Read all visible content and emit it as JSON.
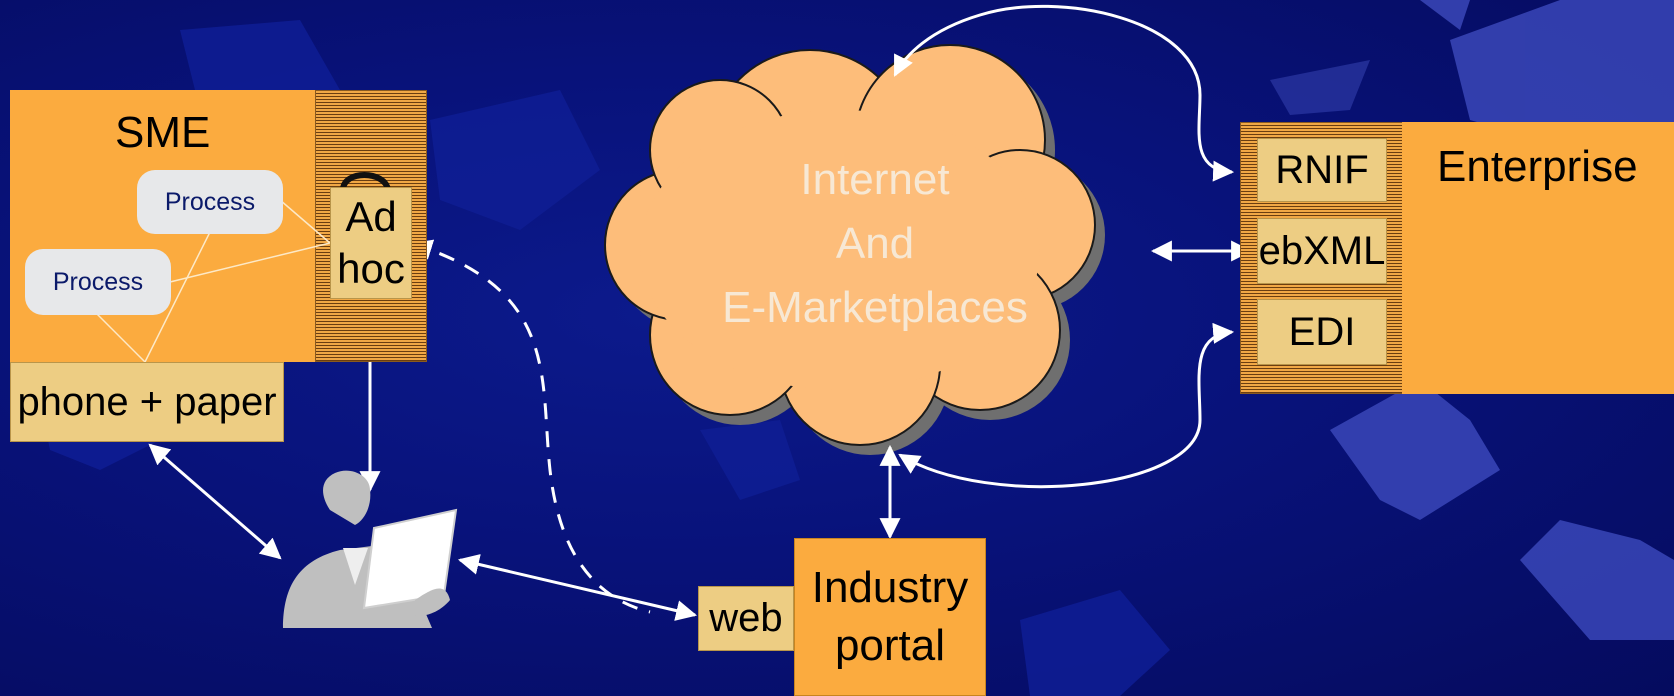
{
  "sme": {
    "title": "SME",
    "process_1": "Process",
    "process_2": "Process",
    "channel": "phone + paper",
    "adhoc_line1": "Ad",
    "adhoc_line2": "hoc"
  },
  "cloud": {
    "line1": "Internet",
    "line2": "And",
    "line3": "E-Marketplaces"
  },
  "enterprise": {
    "title": "Enterprise",
    "standards": [
      "RNIF",
      "ebXML",
      "EDI"
    ]
  },
  "portal": {
    "title_line1": "Industry",
    "title_line2": "portal",
    "web_label": "web"
  },
  "colors": {
    "background": "#08127a",
    "orange": "#fbab3f",
    "tan": "#edcd83",
    "cloud": "#fdbd7a",
    "arrows": "#ffffff"
  },
  "icons": {
    "person": "person-reading-paper-icon",
    "gear": "gear-background-icon"
  }
}
